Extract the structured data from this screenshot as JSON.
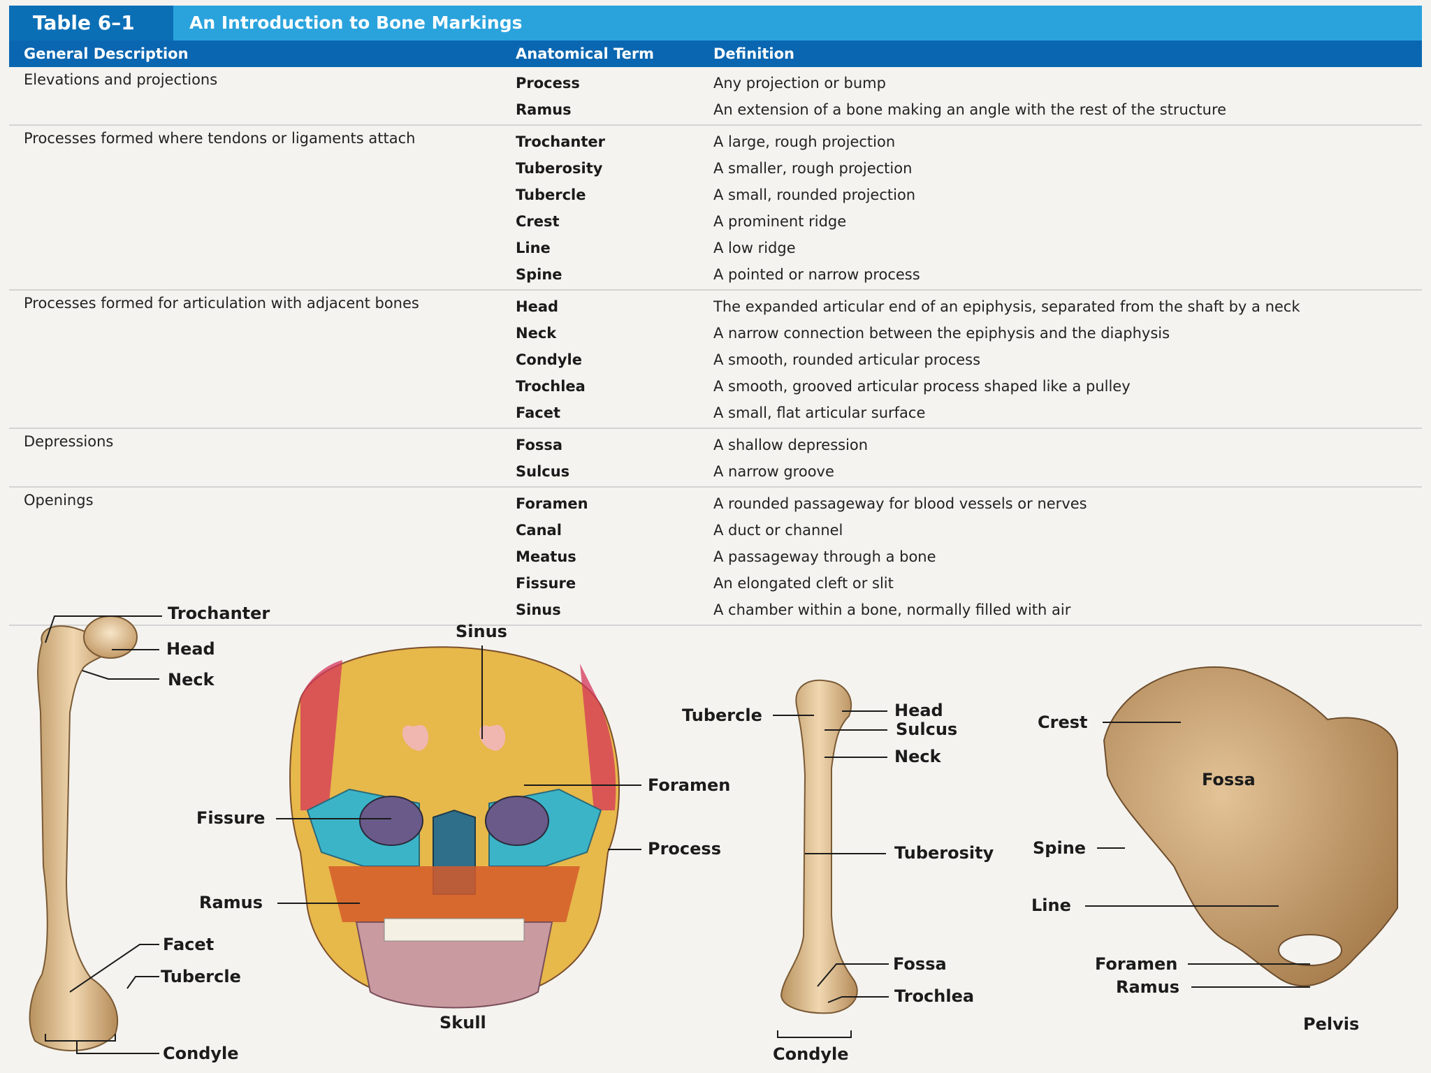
{
  "table": {
    "number": "Table 6–1",
    "title": "An Introduction to Bone Markings",
    "headers": [
      "General Description",
      "Anatomical Term",
      "Definition"
    ],
    "groups": [
      {
        "description": "Elevations and projections",
        "rows": [
          {
            "term": "Process",
            "definition": "Any projection or bump"
          },
          {
            "term": "Ramus",
            "definition": "An extension of a bone making an angle with the rest of the structure"
          }
        ]
      },
      {
        "description": "Processes formed where tendons or ligaments attach",
        "rows": [
          {
            "term": "Trochanter",
            "definition": "A large, rough projection"
          },
          {
            "term": "Tuberosity",
            "definition": "A smaller, rough projection"
          },
          {
            "term": "Tubercle",
            "definition": "A small, rounded projection"
          },
          {
            "term": "Crest",
            "definition": "A prominent ridge"
          },
          {
            "term": "Line",
            "definition": "A low ridge"
          },
          {
            "term": "Spine",
            "definition": "A pointed or narrow process"
          }
        ]
      },
      {
        "description": "Processes formed for articulation with adjacent bones",
        "rows": [
          {
            "term": "Head",
            "definition": "The expanded articular end of an epiphysis, separated from the shaft by a neck"
          },
          {
            "term": "Neck",
            "definition": "A narrow connection between the epiphysis and the diaphysis"
          },
          {
            "term": "Condyle",
            "definition": "A smooth, rounded articular process"
          },
          {
            "term": "Trochlea",
            "definition": "A smooth, grooved articular process shaped like a pulley"
          },
          {
            "term": "Facet",
            "definition": "A small, flat articular surface"
          }
        ]
      },
      {
        "description": "Depressions",
        "rows": [
          {
            "term": "Fossa",
            "definition": "A shallow depression"
          },
          {
            "term": "Sulcus",
            "definition": "A narrow groove"
          }
        ]
      },
      {
        "description": "Openings",
        "rows": [
          {
            "term": "Foramen",
            "definition": "A rounded passageway for blood vessels or nerves"
          },
          {
            "term": "Canal",
            "definition": "A duct or channel"
          },
          {
            "term": "Meatus",
            "definition": "A passageway through a bone"
          },
          {
            "term": "Fissure",
            "definition": "An elongated cleft or slit"
          },
          {
            "term": "Sinus",
            "definition": "A chamber within a bone, normally filled with air"
          }
        ]
      }
    ]
  },
  "illustration": {
    "femur": {
      "labels": [
        "Trochanter",
        "Head",
        "Neck",
        "Facet",
        "Tubercle",
        "Condyle"
      ]
    },
    "skull": {
      "caption": "Skull",
      "labels": [
        "Sinus",
        "Foramen",
        "Fissure",
        "Process",
        "Ramus"
      ]
    },
    "humerus": {
      "labels": [
        "Tubercle",
        "Head",
        "Sulcus",
        "Neck",
        "Tuberosity",
        "Fossa",
        "Trochlea",
        "Condyle"
      ]
    },
    "pelvis": {
      "caption": "Pelvis",
      "labels": [
        "Crest",
        "Fossa",
        "Spine",
        "Line",
        "Foramen",
        "Ramus"
      ]
    }
  },
  "colors": {
    "title_bar": "#2aa3dd",
    "title_tab": "#0b6fb6",
    "header_row": "#0a66b0",
    "bone": "#dcb88a"
  }
}
